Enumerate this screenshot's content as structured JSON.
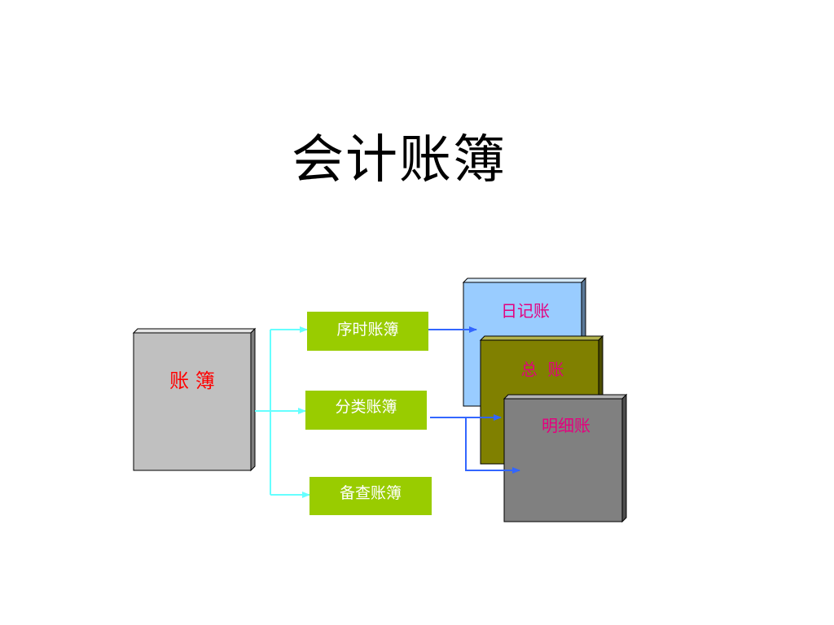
{
  "title": "会计账簿",
  "root": {
    "label": "账 簿",
    "color": "#FF0000"
  },
  "categories": [
    {
      "label": "序时账簿"
    },
    {
      "label": "分类账簿"
    },
    {
      "label": "备查账簿"
    }
  ],
  "books": [
    {
      "label": "日记账",
      "color": "#E4007F"
    },
    {
      "label": "总  账",
      "color": "#E4007F"
    },
    {
      "label": "明细账",
      "color": "#E4007F"
    }
  ],
  "colors": {
    "root_fill": "#C0C0C0",
    "category_fill": "#99CC00",
    "journal_fill": "#99CCFF",
    "ledger_fill": "#808000",
    "detail_fill": "#808080",
    "tree_connector": "#66FFFF",
    "book_arrow": "#3366FF"
  }
}
